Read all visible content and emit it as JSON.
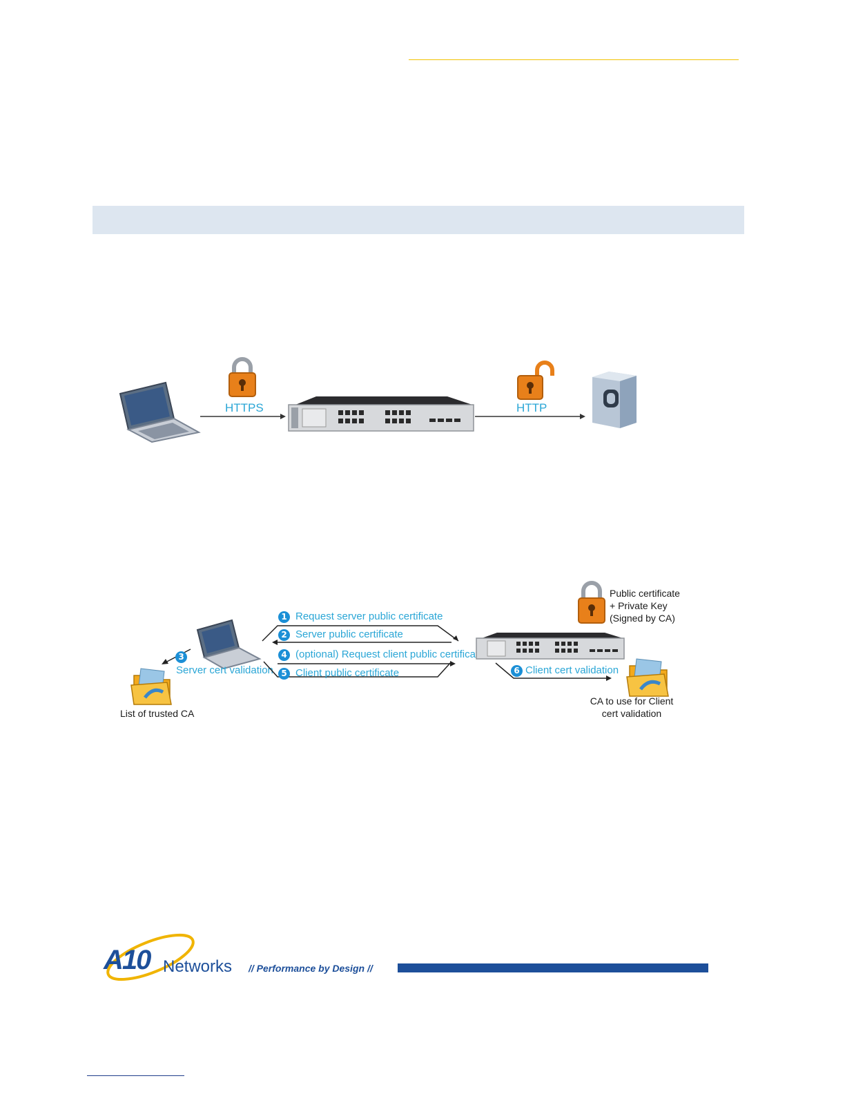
{
  "figure1": {
    "left_label": "HTTPS",
    "right_label": "HTTP"
  },
  "figure2": {
    "steps": [
      {
        "num": "1",
        "label": "Request server public certificate"
      },
      {
        "num": "2",
        "label": "Server public certificate"
      },
      {
        "num": "3",
        "label": "Server cert validation"
      },
      {
        "num": "4",
        "label": "(optional) Request client public certificate"
      },
      {
        "num": "5",
        "label": "Client public certificate"
      },
      {
        "num": "6",
        "label": "Client cert validation"
      }
    ],
    "client_folder_label": "List of trusted CA",
    "server_folder_label_line1": "CA to use for Client",
    "server_folder_label_line2": "cert validation",
    "cert_note_line1": "Public certificate",
    "cert_note_line2": "+ Private Key",
    "cert_note_line3": "(Signed by CA)"
  },
  "footer": {
    "logo_mark": "A10",
    "logo_word": "Networks",
    "tagline": "// Performance by Design //"
  },
  "colors": {
    "header_rule": "#f2c200",
    "section_band": "#dde6f0",
    "label_cyan": "#2aa6d6",
    "brand_blue": "#1d4f9a"
  }
}
